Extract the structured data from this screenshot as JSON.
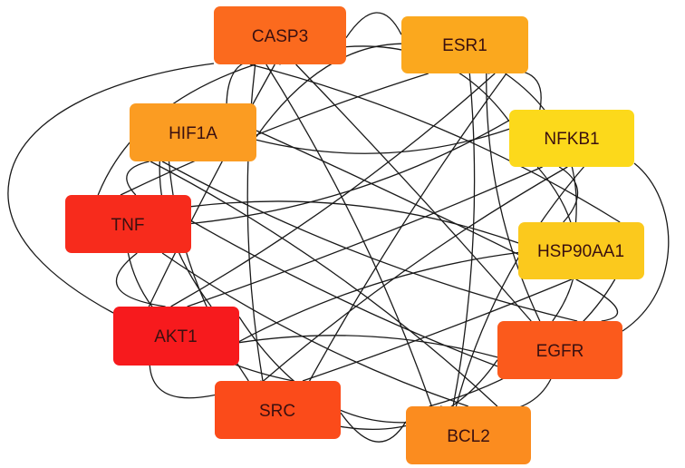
{
  "diagram": {
    "type": "network",
    "nodes": [
      {
        "id": "CASP3",
        "label": "CASP3",
        "color": "#fb6a1e"
      },
      {
        "id": "ESR1",
        "label": "ESR1",
        "color": "#fba81e"
      },
      {
        "id": "HIF1A",
        "label": "HIF1A",
        "color": "#fb9c22"
      },
      {
        "id": "NFKB1",
        "label": "NFKB1",
        "color": "#fcd91b"
      },
      {
        "id": "TNF",
        "label": "TNF",
        "color": "#f72b1c"
      },
      {
        "id": "HSP90AA1",
        "label": "HSP90AA1",
        "color": "#fbc91d"
      },
      {
        "id": "AKT1",
        "label": "AKT1",
        "color": "#f71a1d"
      },
      {
        "id": "EGFR",
        "label": "EGFR",
        "color": "#fb5a1c"
      },
      {
        "id": "SRC",
        "label": "SRC",
        "color": "#fb4b1a"
      },
      {
        "id": "BCL2",
        "label": "BCL2",
        "color": "#fb8c1f"
      }
    ],
    "edges": [
      [
        "CASP3",
        "ESR1"
      ],
      [
        "CASP3",
        "HIF1A"
      ],
      [
        "CASP3",
        "NFKB1"
      ],
      [
        "CASP3",
        "TNF"
      ],
      [
        "CASP3",
        "HSP90AA1"
      ],
      [
        "CASP3",
        "AKT1"
      ],
      [
        "CASP3",
        "EGFR"
      ],
      [
        "CASP3",
        "SRC"
      ],
      [
        "CASP3",
        "BCL2"
      ],
      [
        "ESR1",
        "HIF1A"
      ],
      [
        "ESR1",
        "NFKB1"
      ],
      [
        "ESR1",
        "TNF"
      ],
      [
        "ESR1",
        "HSP90AA1"
      ],
      [
        "ESR1",
        "AKT1"
      ],
      [
        "ESR1",
        "EGFR"
      ],
      [
        "ESR1",
        "SRC"
      ],
      [
        "ESR1",
        "BCL2"
      ],
      [
        "HIF1A",
        "NFKB1"
      ],
      [
        "HIF1A",
        "TNF"
      ],
      [
        "HIF1A",
        "HSP90AA1"
      ],
      [
        "HIF1A",
        "AKT1"
      ],
      [
        "HIF1A",
        "EGFR"
      ],
      [
        "HIF1A",
        "SRC"
      ],
      [
        "HIF1A",
        "BCL2"
      ],
      [
        "NFKB1",
        "TNF"
      ],
      [
        "NFKB1",
        "HSP90AA1"
      ],
      [
        "NFKB1",
        "AKT1"
      ],
      [
        "NFKB1",
        "EGFR"
      ],
      [
        "NFKB1",
        "SRC"
      ],
      [
        "NFKB1",
        "BCL2"
      ],
      [
        "TNF",
        "HSP90AA1"
      ],
      [
        "TNF",
        "AKT1"
      ],
      [
        "TNF",
        "EGFR"
      ],
      [
        "TNF",
        "SRC"
      ],
      [
        "TNF",
        "BCL2"
      ],
      [
        "HSP90AA1",
        "AKT1"
      ],
      [
        "HSP90AA1",
        "EGFR"
      ],
      [
        "HSP90AA1",
        "SRC"
      ],
      [
        "HSP90AA1",
        "BCL2"
      ],
      [
        "AKT1",
        "EGFR"
      ],
      [
        "AKT1",
        "SRC"
      ],
      [
        "AKT1",
        "BCL2"
      ],
      [
        "EGFR",
        "SRC"
      ],
      [
        "EGFR",
        "BCL2"
      ],
      [
        "SRC",
        "BCL2"
      ]
    ],
    "edge_color": "#1a1a1a"
  }
}
